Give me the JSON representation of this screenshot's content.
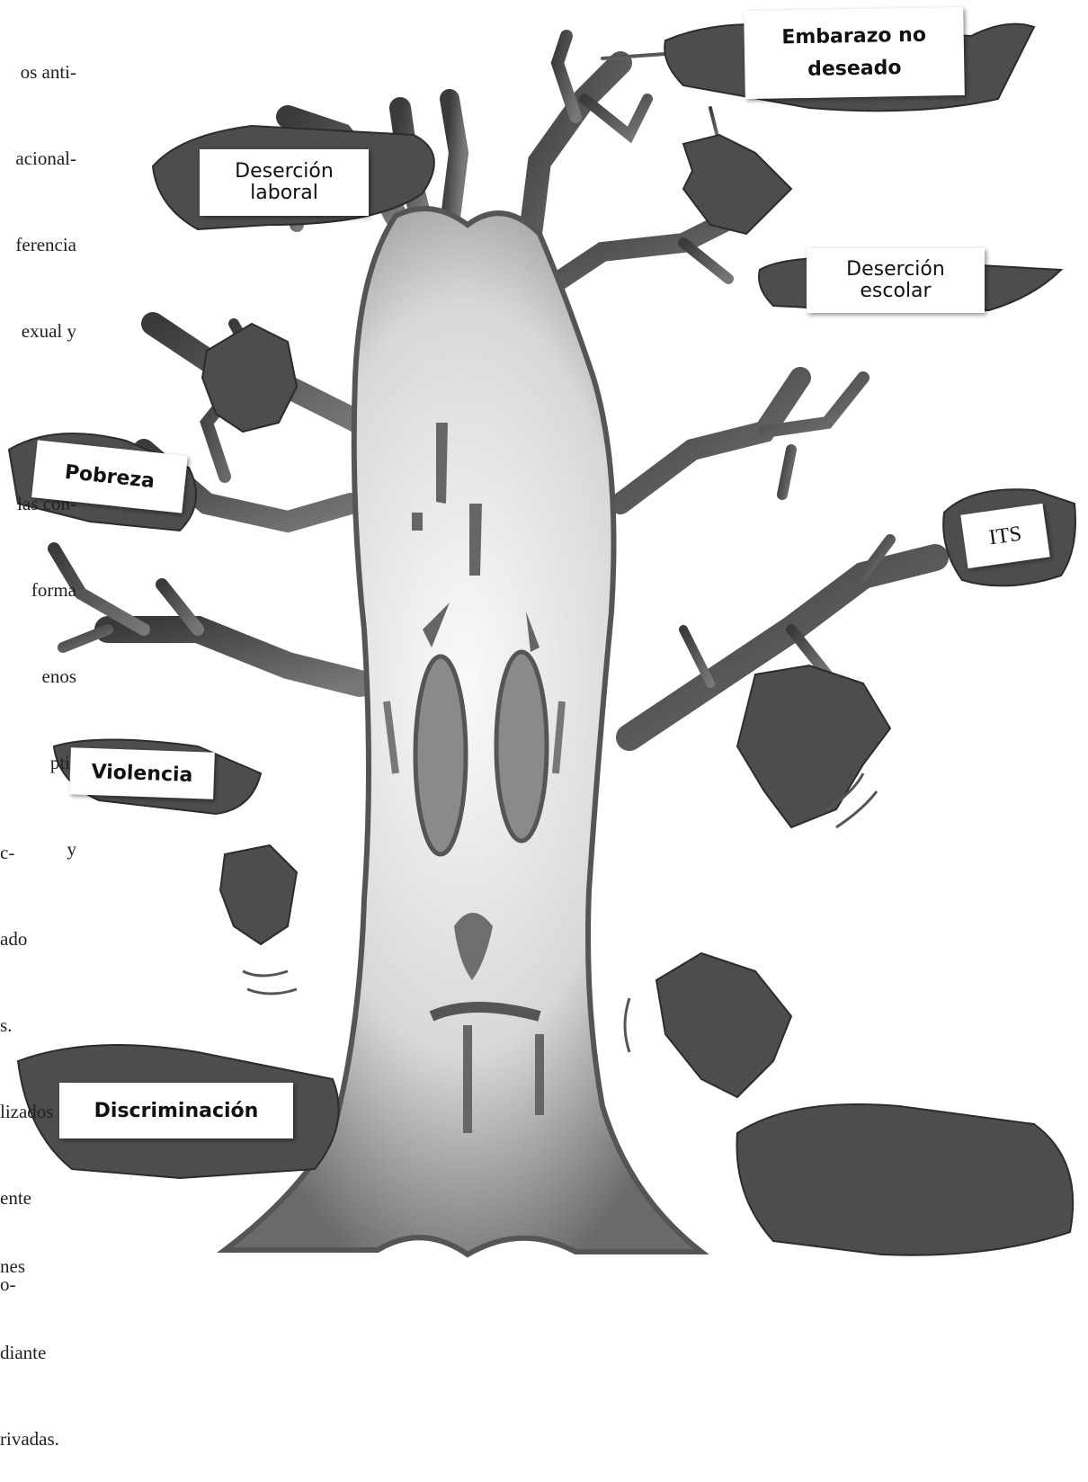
{
  "text_fragments": {
    "top_left": [
      "os anti-",
      "acional-",
      "ferencia",
      "exual y",
      "",
      "las con-",
      "forma",
      "enos",
      "pti-",
      "y"
    ],
    "mid_left": [
      "c-",
      "ado",
      "s.",
      "lizados",
      "ente",
      "o-"
    ],
    "bottom_left": [
      "nes",
      "diante",
      "rivadas."
    ]
  },
  "labels": {
    "embarazo": [
      "Embarazo no",
      "deseado"
    ],
    "desercion_laboral": [
      "Deserción",
      "laboral"
    ],
    "desercion_escolar": [
      "Deserción",
      "escolar"
    ],
    "pobreza": "Pobreza",
    "its": "ITS",
    "violencia": "Violencia",
    "discriminacion": "Discriminación"
  },
  "colors": {
    "trunk_light": "#f4f4f4",
    "bark": "#555555",
    "leaf": "#4a4a4a",
    "label_bg": "#ffffff"
  }
}
